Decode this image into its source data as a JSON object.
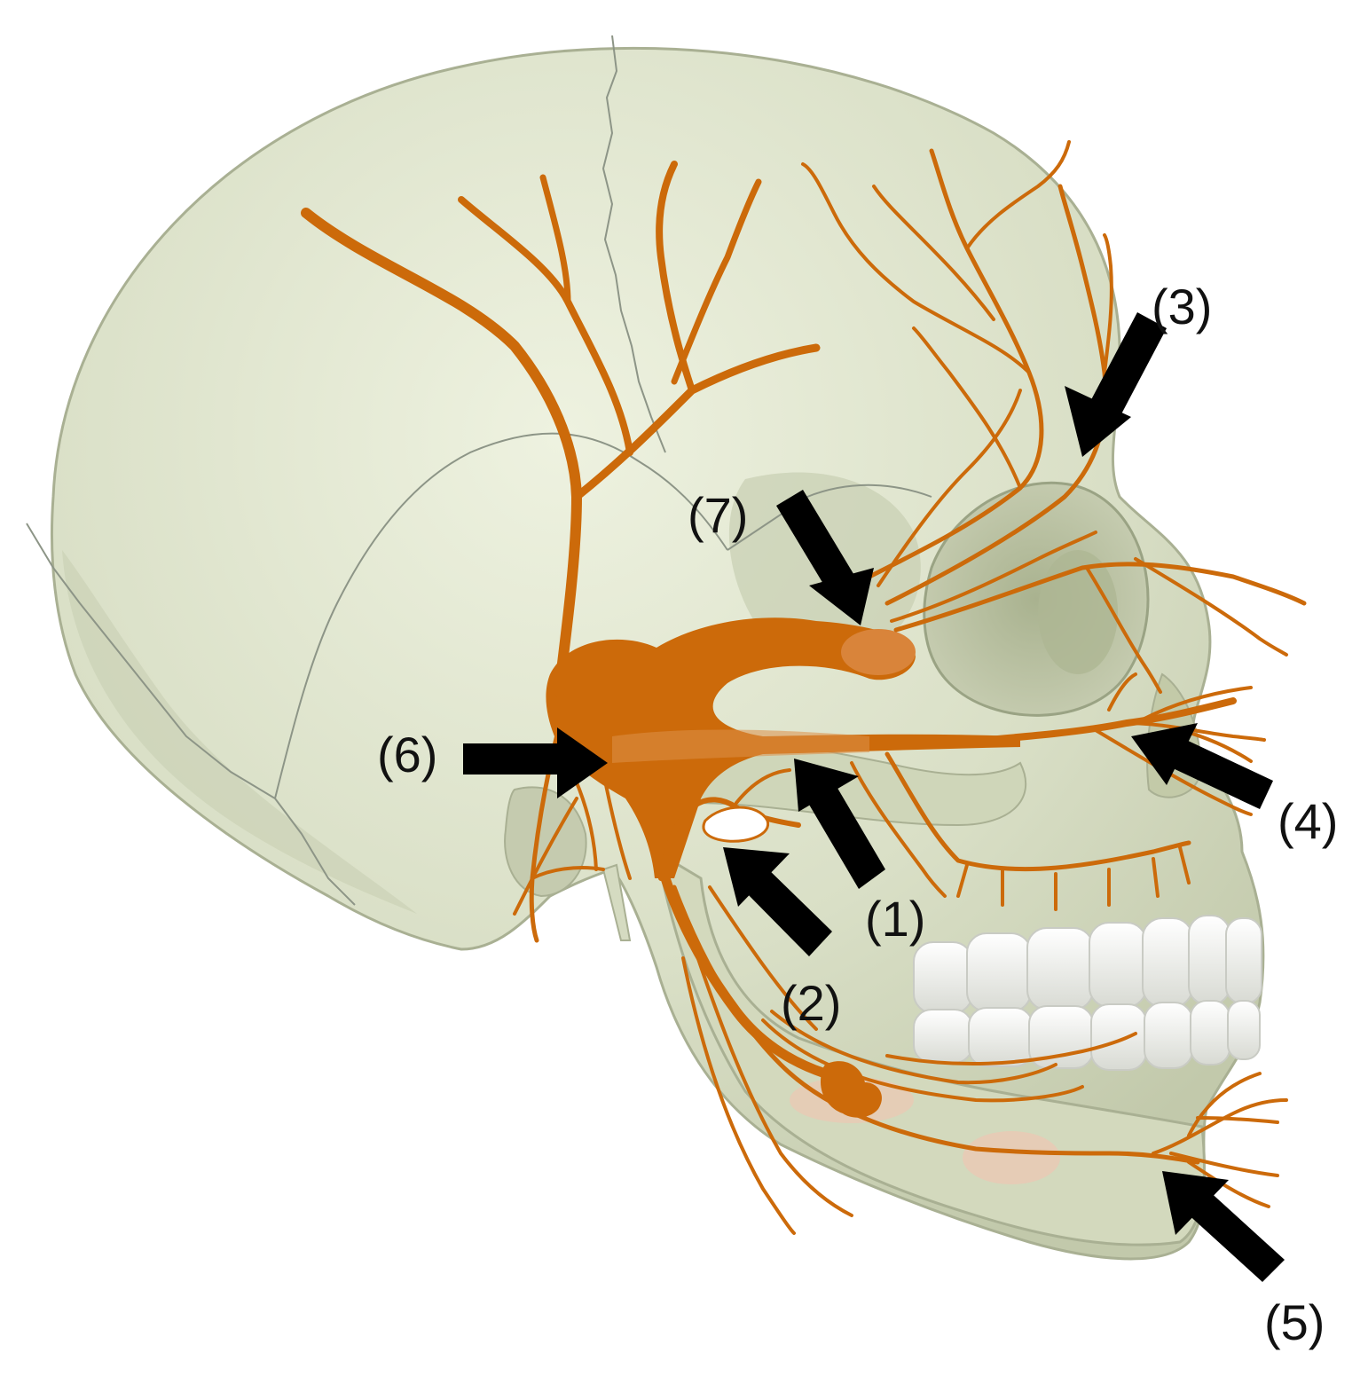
{
  "colors": {
    "background": "#ffffff",
    "bone": "#d9dfc6",
    "bone_light": "#e6ebd6",
    "bone_shadow": "#b8c0a2",
    "bone_outline": "#a9b093",
    "nerve": "#cc6a0a",
    "teeth": "#f3f3f0",
    "teeth_shadow": "#c9cbc4",
    "arrow": "#000000",
    "label_text": "#111111"
  },
  "labels": [
    {
      "id": "1",
      "text": "(1)"
    },
    {
      "id": "2",
      "text": "(2)"
    },
    {
      "id": "3",
      "text": "(3)"
    },
    {
      "id": "4",
      "text": "(4)"
    },
    {
      "id": "5",
      "text": "(5)"
    },
    {
      "id": "6",
      "text": "(6)"
    },
    {
      "id": "7",
      "text": "(7)"
    }
  ]
}
